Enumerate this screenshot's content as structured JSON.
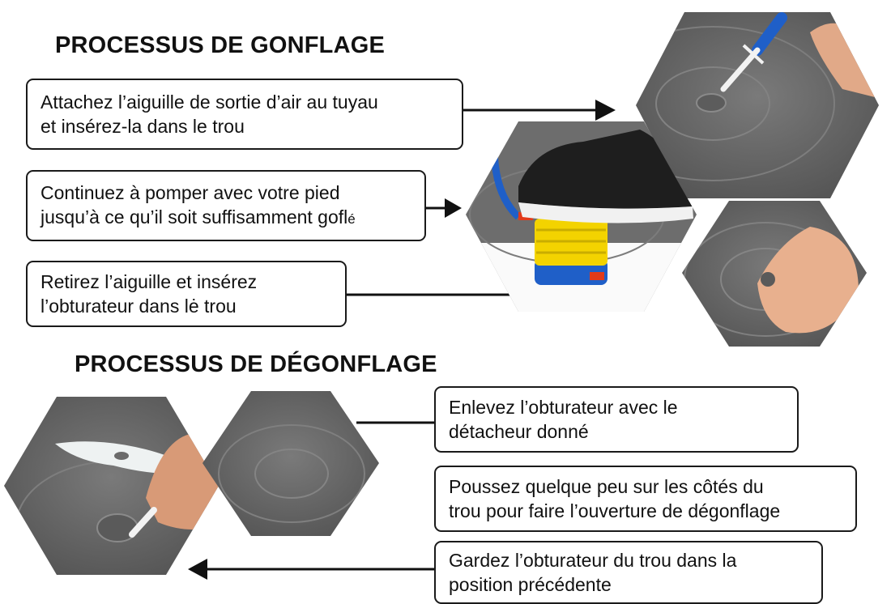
{
  "inflation": {
    "title": "PROCESSUS DE GONFLAGE",
    "steps": [
      {
        "line1": "Attachez l’aiguille de sortie d’air au tuyau",
        "line2": "et insérez-la dans le trou"
      },
      {
        "line1": "Continuez à pomper avec votre pied",
        "line2": "jusqu’à ce qu’il soit suffisamment gofl",
        "line2_tail": "é"
      },
      {
        "line1": "Retirez l’aiguille et insérez",
        "line2": "l’obturateur dans lė trou"
      }
    ]
  },
  "deflation": {
    "title": "PROCESSUS DE DÉGONFLAGE",
    "steps": [
      {
        "line1": "Enlevez l’obturateur avec le",
        "line2": "détacheur donné"
      },
      {
        "line1": "Poussez quelque peu sur les côtés du",
        "line2": "trou pour faire l’ouverture de dégonflage"
      },
      {
        "line1": "Gardez l’obturateur du trou dans la",
        "line2": "position précédente"
      }
    ]
  },
  "colors": {
    "surface": "#6b6b6b",
    "surface_dark": "#4f4f4f",
    "pump_yellow": "#f3d300",
    "pump_blue": "#1f5fc8",
    "valve_red": "#e23a1a",
    "skin": "#e8b08e",
    "frame": "#1a1a1a"
  },
  "icons": [
    "needle-icon",
    "foot-pump-icon",
    "sneaker-icon",
    "hand-icon",
    "valve-plug-icon",
    "remover-tool-icon"
  ]
}
